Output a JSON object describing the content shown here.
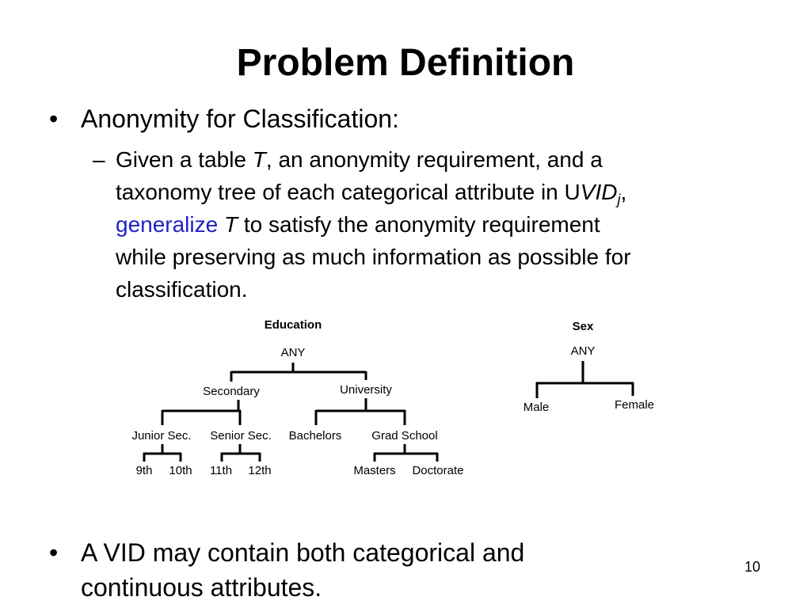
{
  "slide": {
    "title": "Problem Definition",
    "bullet1": "Anonymity for Classification:",
    "sub_dash": "–",
    "sub_line1_a": "Given a table ",
    "sub_line1_T": "T",
    "sub_line1_b": ", an anonymity requirement, and a",
    "sub_line2_a": "taxonomy tree of each categorical attribute in U",
    "sub_line2_vid": "VID",
    "sub_line2_j": "j",
    "sub_line2_b": ",",
    "sub_line3_gen": "generalize",
    "sub_line3_T": " T",
    "sub_line3_b": " to satisfy the anonymity requirement",
    "sub_line4": "while preserving as much information as possible for",
    "sub_line5": "classification.",
    "bullet2_line1": "A VID may contain both categorical and",
    "bullet2_line2": "continuous attributes.",
    "bullet_symbol": "•",
    "page_number": "10"
  },
  "education_tree": {
    "header": "Education",
    "root": "ANY",
    "secondary": "Secondary",
    "university": "University",
    "junior": "Junior Sec.",
    "senior": "Senior Sec.",
    "bachelors": "Bachelors",
    "grad": "Grad School",
    "g9": "9th",
    "g10": "10th",
    "g11": "11th",
    "g12": "12th",
    "masters": "Masters",
    "doctorate": "Doctorate"
  },
  "sex_tree": {
    "header": "Sex",
    "root": "ANY",
    "male": "Male",
    "female": "Female"
  }
}
